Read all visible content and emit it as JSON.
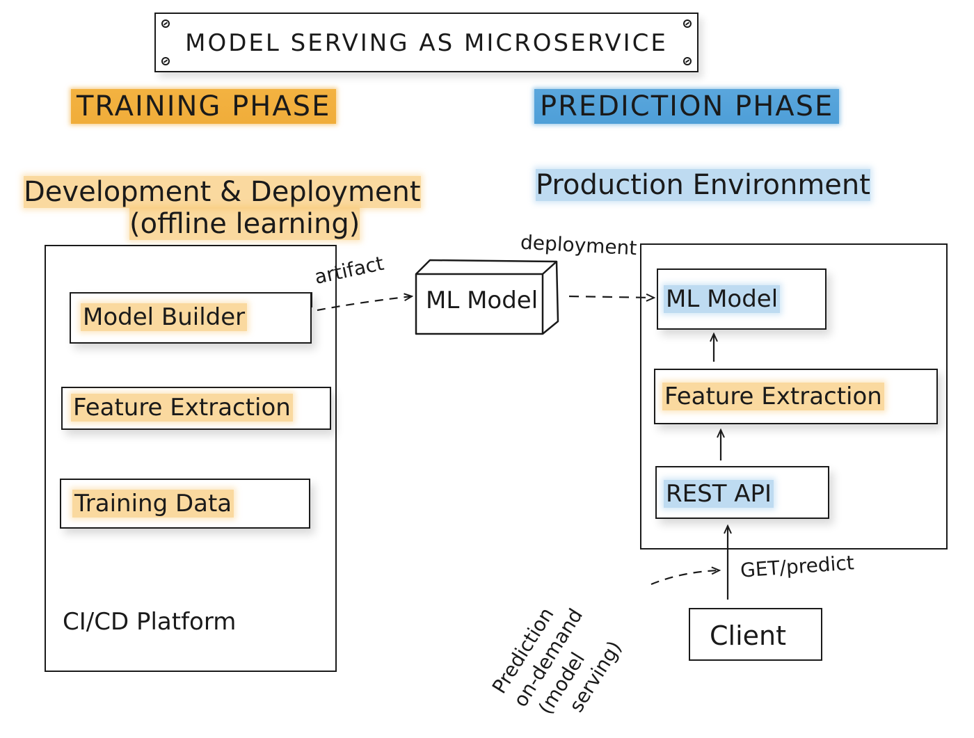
{
  "title": "MODEL SERVING AS MICROSERVICE",
  "training_phase": {
    "label": "TRAINING PHASE",
    "heading_line1": "Development & Deployment",
    "heading_line2": "(offline learning)",
    "components": [
      "Model Builder",
      "Feature Extraction",
      "Training Data"
    ],
    "platform": "CI/CD Platform"
  },
  "artifact": {
    "arrow_label": "artifact",
    "model": "ML Model",
    "deploy_label": "deployment"
  },
  "prediction_phase": {
    "label": "PREDICTION PHASE",
    "heading": "Production Environment",
    "components": [
      "ML Model",
      "Feature Extraction",
      "REST API"
    ]
  },
  "client": {
    "label": "Client",
    "request_label": "GET/predict",
    "note_lines": [
      "Prediction",
      "on-demand",
      "(model",
      "serving)"
    ]
  },
  "colors": {
    "training_accent": "#f0ad3a",
    "prediction_accent": "#4e9fd8",
    "ink": "#1a1a1a"
  }
}
